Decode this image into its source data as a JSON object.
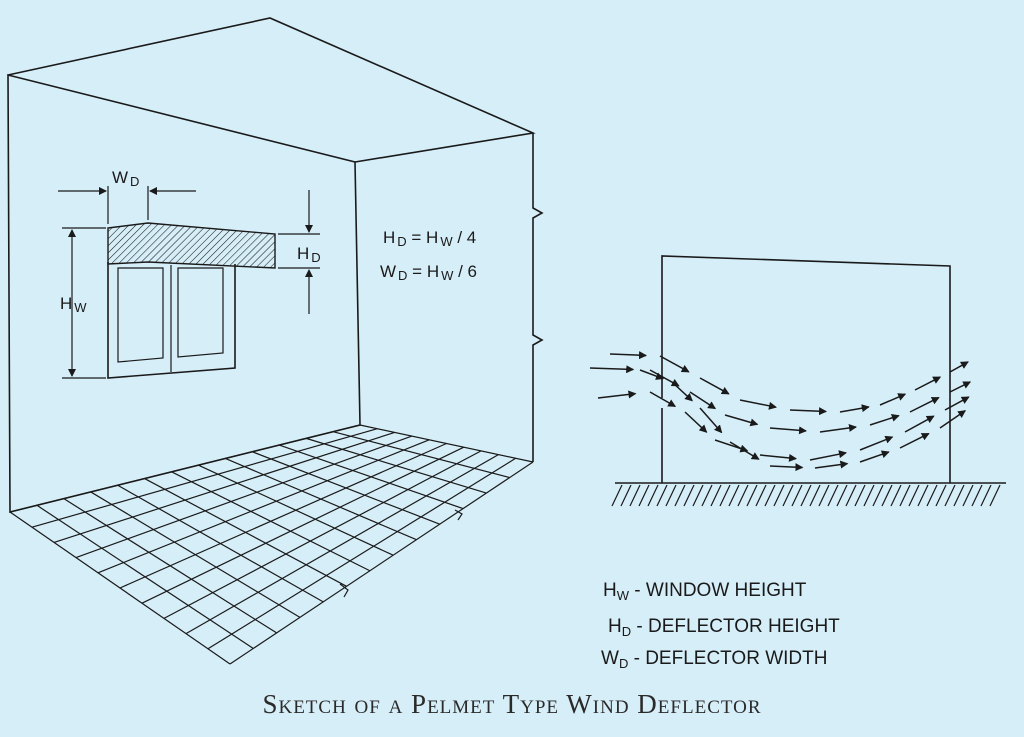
{
  "caption": "Sketch of a Pelmet Type Wind Deflector",
  "dimension_labels": {
    "wd_main": "W",
    "wd_sub": "D",
    "hd_main": "H",
    "hd_sub": "D",
    "hw_main": "H",
    "hw_sub": "W"
  },
  "formulas": [
    {
      "lhs_main": "H",
      "lhs_sub": "D",
      "eq": " = ",
      "rhs_main": "H",
      "rhs_sub": "W",
      "rhs_tail": " / 4"
    },
    {
      "lhs_main": "W",
      "lhs_sub": "D",
      "eq": " = ",
      "rhs_main": "H",
      "rhs_sub": "W",
      "rhs_tail": " / 6"
    }
  ],
  "legend": [
    {
      "symbol": "H",
      "sub": "W",
      "text": " - WINDOW HEIGHT"
    },
    {
      "symbol": "H",
      "sub": "D",
      "text": " - DEFLECTOR HEIGHT"
    },
    {
      "symbol": "W",
      "sub": "D",
      "text": " - DEFLECTOR WIDTH"
    }
  ],
  "colors": {
    "background": "#d6eef8",
    "ink": "#1a1a1a"
  }
}
